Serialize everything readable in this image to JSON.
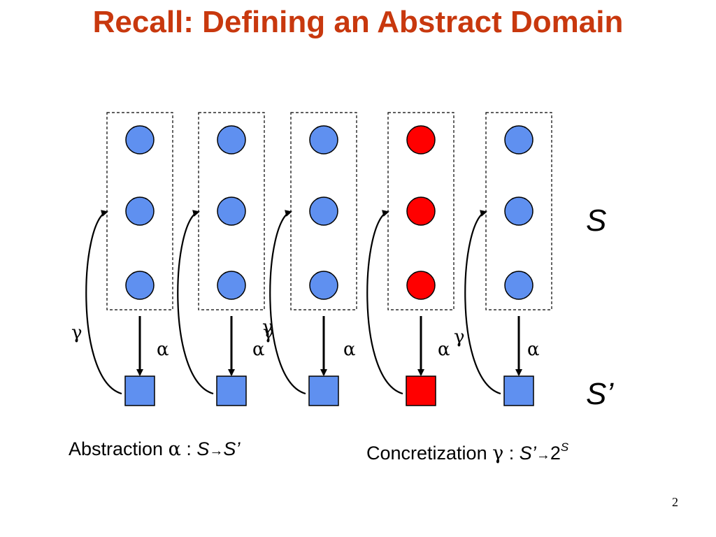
{
  "slide": {
    "title": "Recall: Defining an Abstract Domain",
    "page_number": "2"
  },
  "diagram": {
    "concrete_set_label": "S",
    "abstract_set_label": "S’",
    "alpha_symbol": "α",
    "gamma_symbol": "γ",
    "columns": [
      {
        "state_color": "#5f90f0",
        "abstract_color": "#5f90f0"
      },
      {
        "state_color": "#5f90f0",
        "abstract_color": "#5f90f0"
      },
      {
        "state_color": "#5f90f0",
        "abstract_color": "#5f90f0"
      },
      {
        "state_color": "#ff0000",
        "abstract_color": "#ff0000"
      },
      {
        "state_color": "#5f90f0",
        "abstract_color": "#5f90f0"
      }
    ]
  },
  "formulas": {
    "abstraction": {
      "word": "Abstraction",
      "symbol": "α",
      "colon": ":",
      "from": "S",
      "arrow": "→",
      "to": "S’"
    },
    "concretization": {
      "word": "Concretization",
      "symbol": "γ",
      "colon": ":",
      "from": "S’",
      "arrow": "→",
      "base": "2",
      "exponent": "S"
    }
  },
  "colors": {
    "title": "#c8380e",
    "blue_state": "#5f90f0",
    "red_state": "#ff0000",
    "outline": "#000000"
  }
}
